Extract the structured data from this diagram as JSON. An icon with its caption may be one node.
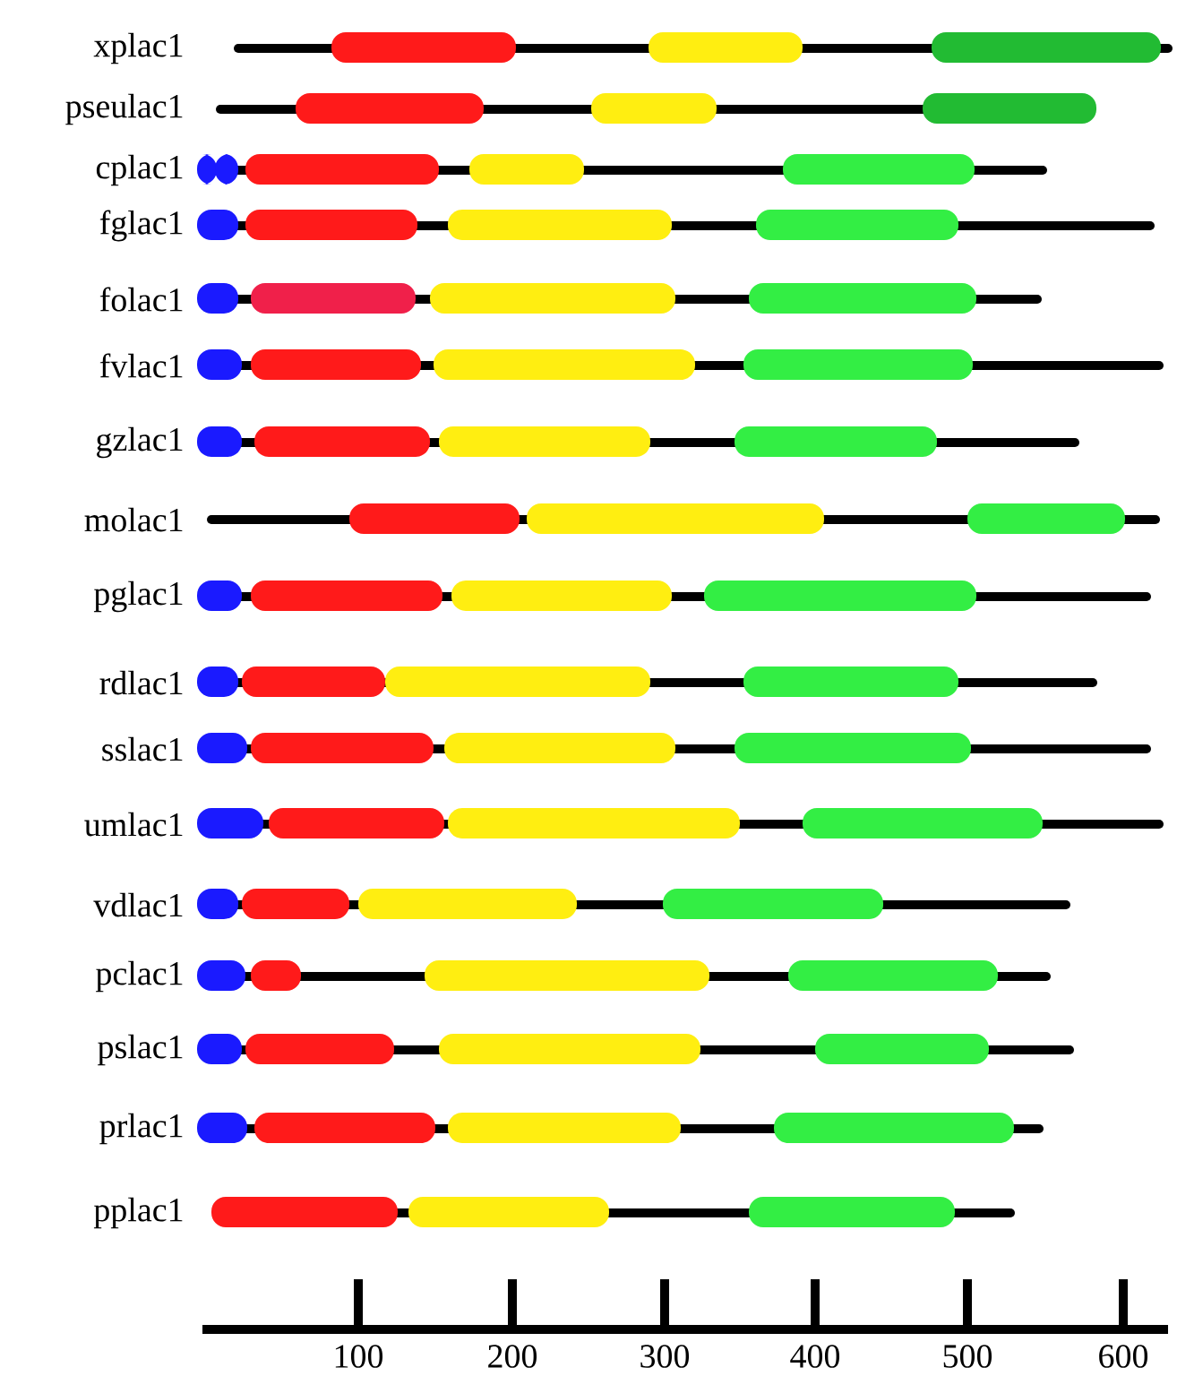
{
  "diagram": {
    "labels": [
      "xplac1",
      "pseulac1",
      "cplac1",
      "fglac1",
      "folac1",
      "fvlac1",
      "gzlac1",
      "molac1",
      "pglac1",
      "rdlac1",
      "sslac1",
      "umlac1",
      "vdlac1",
      "pclac1",
      "pslac1",
      "prlac1",
      "pplac1",
      "100",
      "200",
      "300",
      "400",
      "500",
      "600"
    ]
  }
}
